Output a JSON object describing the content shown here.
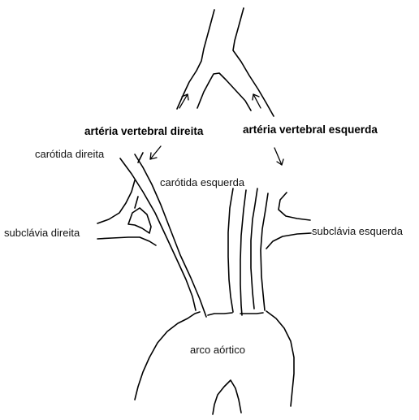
{
  "labels": {
    "right_vertebral_artery": "artéria vertebral direita",
    "left_vertebral_artery": "artéria vertebral esquerda",
    "right_carotid": "carótida direita",
    "left_carotid": "carótida esquerda",
    "right_subclavian": "subclávia direita",
    "left_subclavian": "subclávia esquerda",
    "aortic_arch": "arco aórtico"
  },
  "colors": {
    "ink": "#000000",
    "background": "#ffffff"
  }
}
